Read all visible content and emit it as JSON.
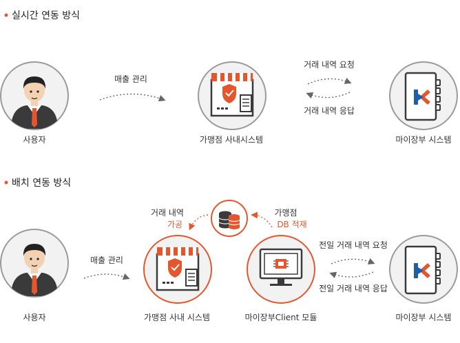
{
  "realtime": {
    "header": "실시간 연동 방식",
    "user_label": "사용자",
    "arrow_label": "매출 관리",
    "merchant_label": "가맹점 사내시스템",
    "request_label": "거래 내역 요청",
    "response_label": "거래 내역 응답",
    "system_label": "마이장부 시스템"
  },
  "batch": {
    "header": "배치 연동 방식",
    "user_label": "사용자",
    "arrow_label": "매출 관리",
    "merchant_label": "가맹점 사내 시스템",
    "process_label_1": "거래 내역",
    "process_label_2": "가공",
    "load_label_1": "가맹점",
    "load_label_2": "DB 적재",
    "client_label": "마이장부Client 모듈",
    "request_label": "전일 거래 내역 요청",
    "response_label": "전일 거래 내역 응답",
    "system_label": "마이장부 시스템"
  },
  "colors": {
    "accent": "#e4572e",
    "circle_gray": "#9a9a9a",
    "circle_fill": "#f2f2f2",
    "text": "#333333",
    "dark_icon": "#3a3a3a",
    "brand_blue": "#1f5fa8"
  }
}
